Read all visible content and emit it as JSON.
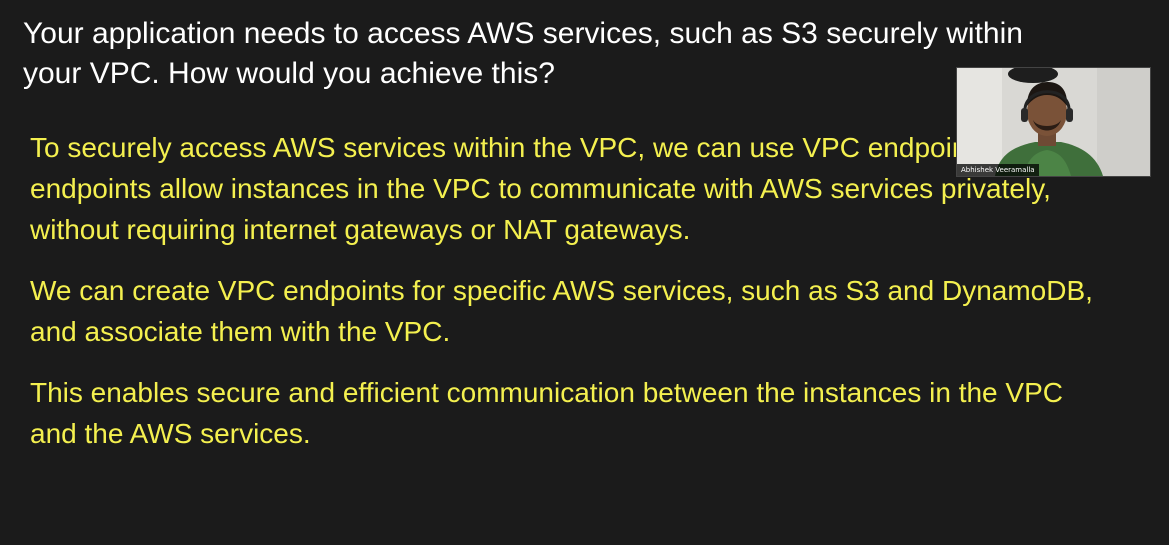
{
  "slide": {
    "question": "Your application needs to access AWS services, such as S3 securely within your VPC. How would you achieve this?",
    "answer_paragraphs": [
      "To securely access AWS services within the VPC, we can use VPC endpoints. VPC endpoints allow instances in the VPC to communicate with AWS services privately, without requiring internet gateways or NAT gateways.",
      "We can create VPC endpoints for specific AWS services, such as S3 and DynamoDB, and associate them with the VPC.",
      "This enables secure and efficient communication between the instances in the VPC and the AWS services."
    ]
  },
  "webcam": {
    "participant_name": "Abhishek Veeramalla"
  },
  "colors": {
    "background": "#1b1b1b",
    "question_text": "#ffffff",
    "answer_text": "#f4f04f"
  }
}
